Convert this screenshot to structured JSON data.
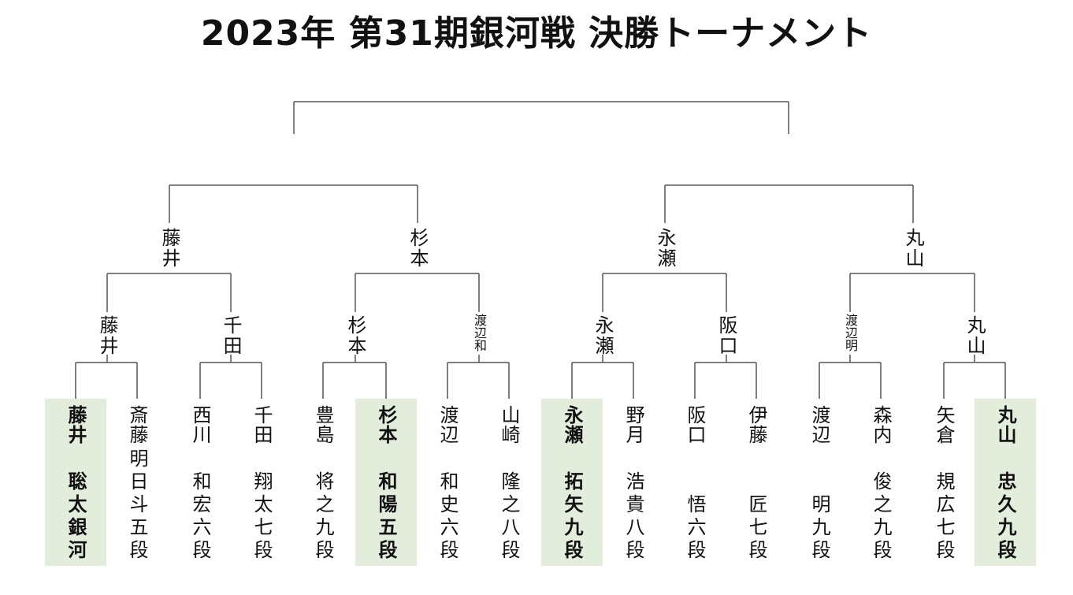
{
  "title": "2023年 第31期銀河戦 決勝トーナメント",
  "colors": {
    "highlight": "#e3eddb",
    "line": "#555555"
  },
  "players": [
    {
      "surname": "藤井",
      "given": "聡太銀河",
      "winner": true
    },
    {
      "surname": "斎藤",
      "given": "明日斗五段",
      "winner": false
    },
    {
      "surname": "西川",
      "given": "和宏六段",
      "winner": false
    },
    {
      "surname": "千田",
      "given": "翔太七段",
      "winner": false
    },
    {
      "surname": "豊島",
      "given": "将之九段",
      "winner": false
    },
    {
      "surname": "杉本",
      "given": "和陽五段",
      "winner": true
    },
    {
      "surname": "渡辺",
      "given": "和史六段",
      "winner": false
    },
    {
      "surname": "山崎",
      "given": "隆之八段",
      "winner": false
    },
    {
      "surname": "永瀬",
      "given": "拓矢九段",
      "winner": true
    },
    {
      "surname": "野月",
      "given": "浩貴八段",
      "winner": false
    },
    {
      "surname": "阪口",
      "given": "悟六段",
      "winner": false
    },
    {
      "surname": "伊藤",
      "given": "匠七段",
      "winner": false
    },
    {
      "surname": "渡辺",
      "given": "明九段",
      "winner": false
    },
    {
      "surname": "森内",
      "given": "俊之九段",
      "winner": false
    },
    {
      "surname": "矢倉",
      "given": "規広七段",
      "winner": false
    },
    {
      "surname": "丸山",
      "given": "忠久九段",
      "winner": true
    }
  ],
  "round1_winners": [
    "藤井",
    "千田",
    "杉本",
    "渡辺和",
    "永瀬",
    "阪口",
    "渡辺明",
    "丸山"
  ],
  "round2_winners": [
    "藤井",
    "杉本",
    "永瀬",
    "丸山"
  ]
}
